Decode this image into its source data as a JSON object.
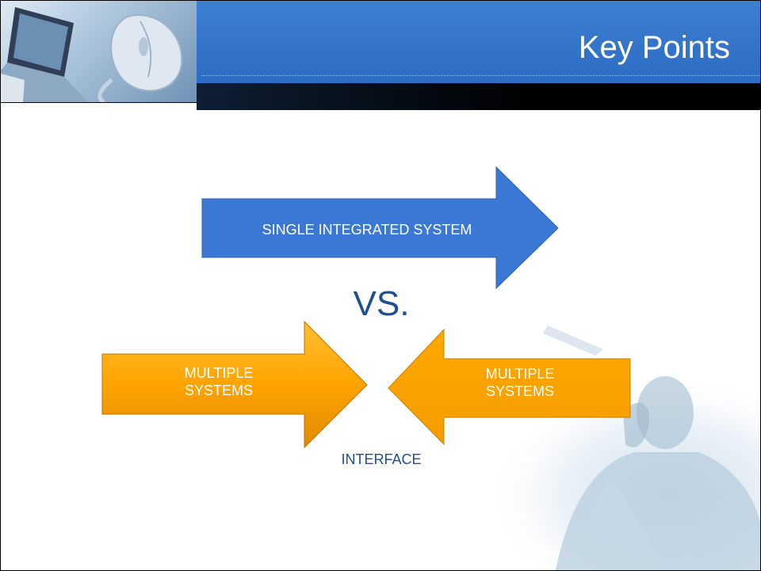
{
  "slide": {
    "title": "Key Points"
  },
  "diagram": {
    "top_arrow_label": "SINGLE INTEGRATED SYSTEM",
    "versus_label": "VS.",
    "left_arrow_label_line1": "MULTIPLE",
    "left_arrow_label_line2": "SYSTEMS",
    "right_arrow_label_line1": "MULTIPLE",
    "right_arrow_label_line2": "SYSTEMS",
    "center_label": "INTERFACE"
  },
  "colors": {
    "header_blue": "#2c6cc4",
    "top_arrow_fill": "#3b78d6",
    "orange_arrow_fill": "#ffa800",
    "text_dark_blue": "#1f4f8f"
  },
  "icons": [
    "laptop-photo",
    "computer-mouse-photo",
    "businessman-background-photo"
  ]
}
